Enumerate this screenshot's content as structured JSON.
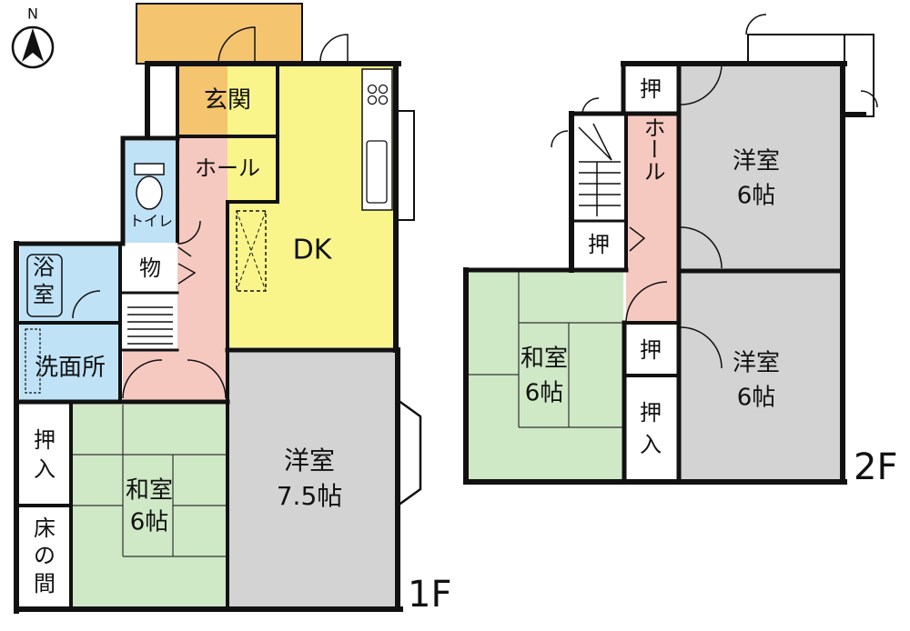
{
  "compass": {
    "label": "N"
  },
  "floor1": {
    "label": "1F",
    "rooms": {
      "genkan": "玄関",
      "hall": "ホール",
      "toilet": "トイレ",
      "dk": "DK",
      "storage": "物",
      "bath_line1": "浴",
      "bath_line2": "室",
      "washroom": "洗面所",
      "oshiire_line1": "押",
      "oshiire_line2": "入",
      "tokonoma_line1": "床",
      "tokonoma_line2": "の",
      "tokonoma_line3": "間",
      "washitsu_line1": "和室",
      "washitsu_line2": "6帖",
      "youshitsu_line1": "洋室",
      "youshitsu_line2": "7.5帖"
    }
  },
  "floor2": {
    "label": "2F",
    "rooms": {
      "hall": "ホール",
      "oshi_top": "押",
      "oshi_mid": "押",
      "oshi_low": "押",
      "oshiire_line1": "押",
      "oshiire_line2": "入",
      "youshitsu_ne_line1": "洋室",
      "youshitsu_ne_line2": "6帖",
      "youshitsu_se_line1": "洋室",
      "youshitsu_se_line2": "6帖",
      "washitsu_line1": "和室",
      "washitsu_line2": "6帖"
    }
  },
  "colors": {
    "entrance": "#f5c46e",
    "hall": "#f6c9c0",
    "kitchen": "#faf58a",
    "wet": "#bfe2f7",
    "tatami": "#cfe8c6",
    "western": "#d3d3d3",
    "wall": "#111111"
  }
}
